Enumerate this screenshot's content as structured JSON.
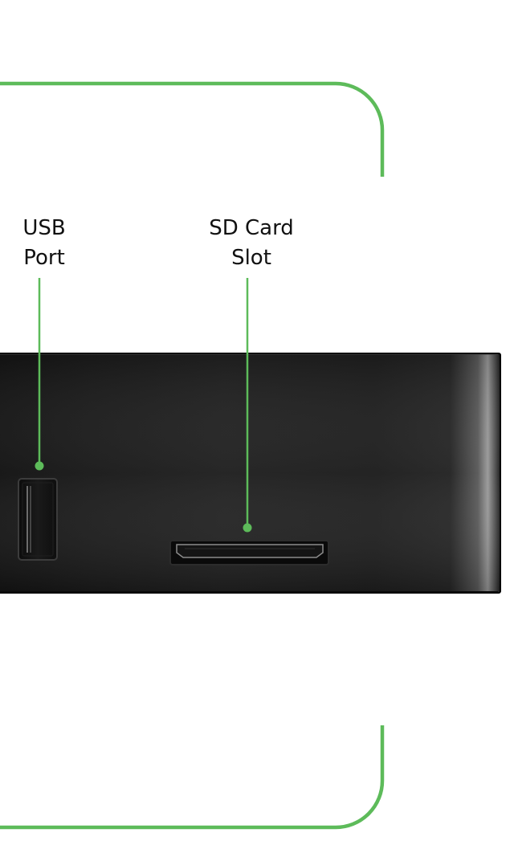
{
  "callouts": {
    "usb": {
      "line1": "USB",
      "line2": "Port"
    },
    "sd": {
      "line1": "SD Card",
      "line2": "Slot"
    }
  },
  "colors": {
    "accent": "#5dbb5a",
    "device_body": "#1c1c1c",
    "device_edge": "#000000",
    "label_text": "#111111"
  },
  "icons": {
    "usb_port": "usb-port",
    "sd_slot": "sd-card-slot"
  }
}
